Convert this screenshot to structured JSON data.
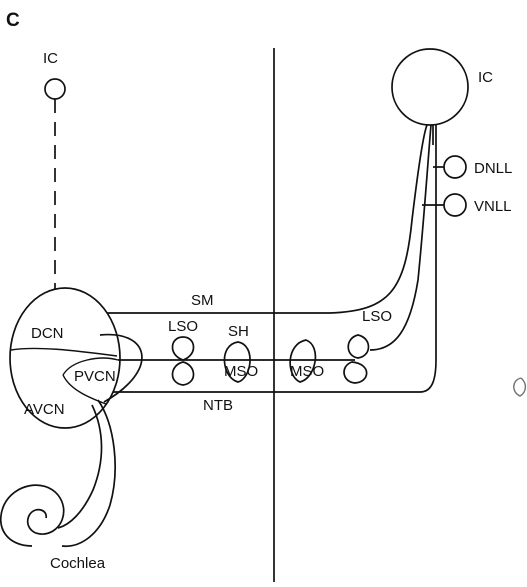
{
  "panel_label": "C",
  "labels": {
    "ic_left": "IC",
    "ic_right": "IC",
    "dnll": "DNLL",
    "vnll": "VNLL",
    "dcn": "DCN",
    "pvcn": "PVCN",
    "avcn": "AVCN",
    "sm": "SM",
    "sh": "SH",
    "lso_left": "LSO",
    "mso_left": "MSO",
    "mso_right": "MSO",
    "lso_right": "LSO",
    "ntb": "NTB",
    "cochlea": "Cochlea"
  }
}
